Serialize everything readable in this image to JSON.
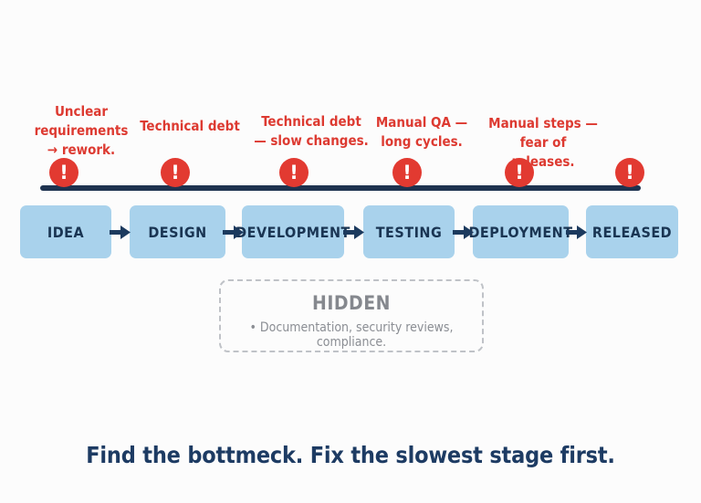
{
  "colors": {
    "background": "#fcfcfc",
    "warning_red": "#e23a31",
    "label_red": "#dd3a31",
    "stage_blue": "#a9d2ec",
    "navy": "#1a3553",
    "timeline_navy": "#1e3350",
    "gray": "#85888e",
    "dashed_border_gray": "#bfc2c7"
  },
  "icons": {
    "warning": "!"
  },
  "bottlenecks": [
    {
      "text": "Unclear\nrequirements\n→ rework."
    },
    {
      "text": "Technical debt"
    },
    {
      "text": "Technical debt\n— slow changes."
    },
    {
      "text": "Manual QA —\nlong cycles."
    },
    {
      "text": "Manual steps —\nfear of releases."
    }
  ],
  "stages": [
    {
      "label": "IDEA"
    },
    {
      "label": "DESIGN"
    },
    {
      "label": "DEVELOPMENT"
    },
    {
      "label": "TESTING"
    },
    {
      "label": "DEPLOYMENT"
    },
    {
      "label": "RELEASED"
    }
  ],
  "hidden_box": {
    "title": "HIDDEN",
    "item": "• Documentation, security reviews, compliance."
  },
  "caption": "Find the bottmeck. Fix the slowest stage first."
}
